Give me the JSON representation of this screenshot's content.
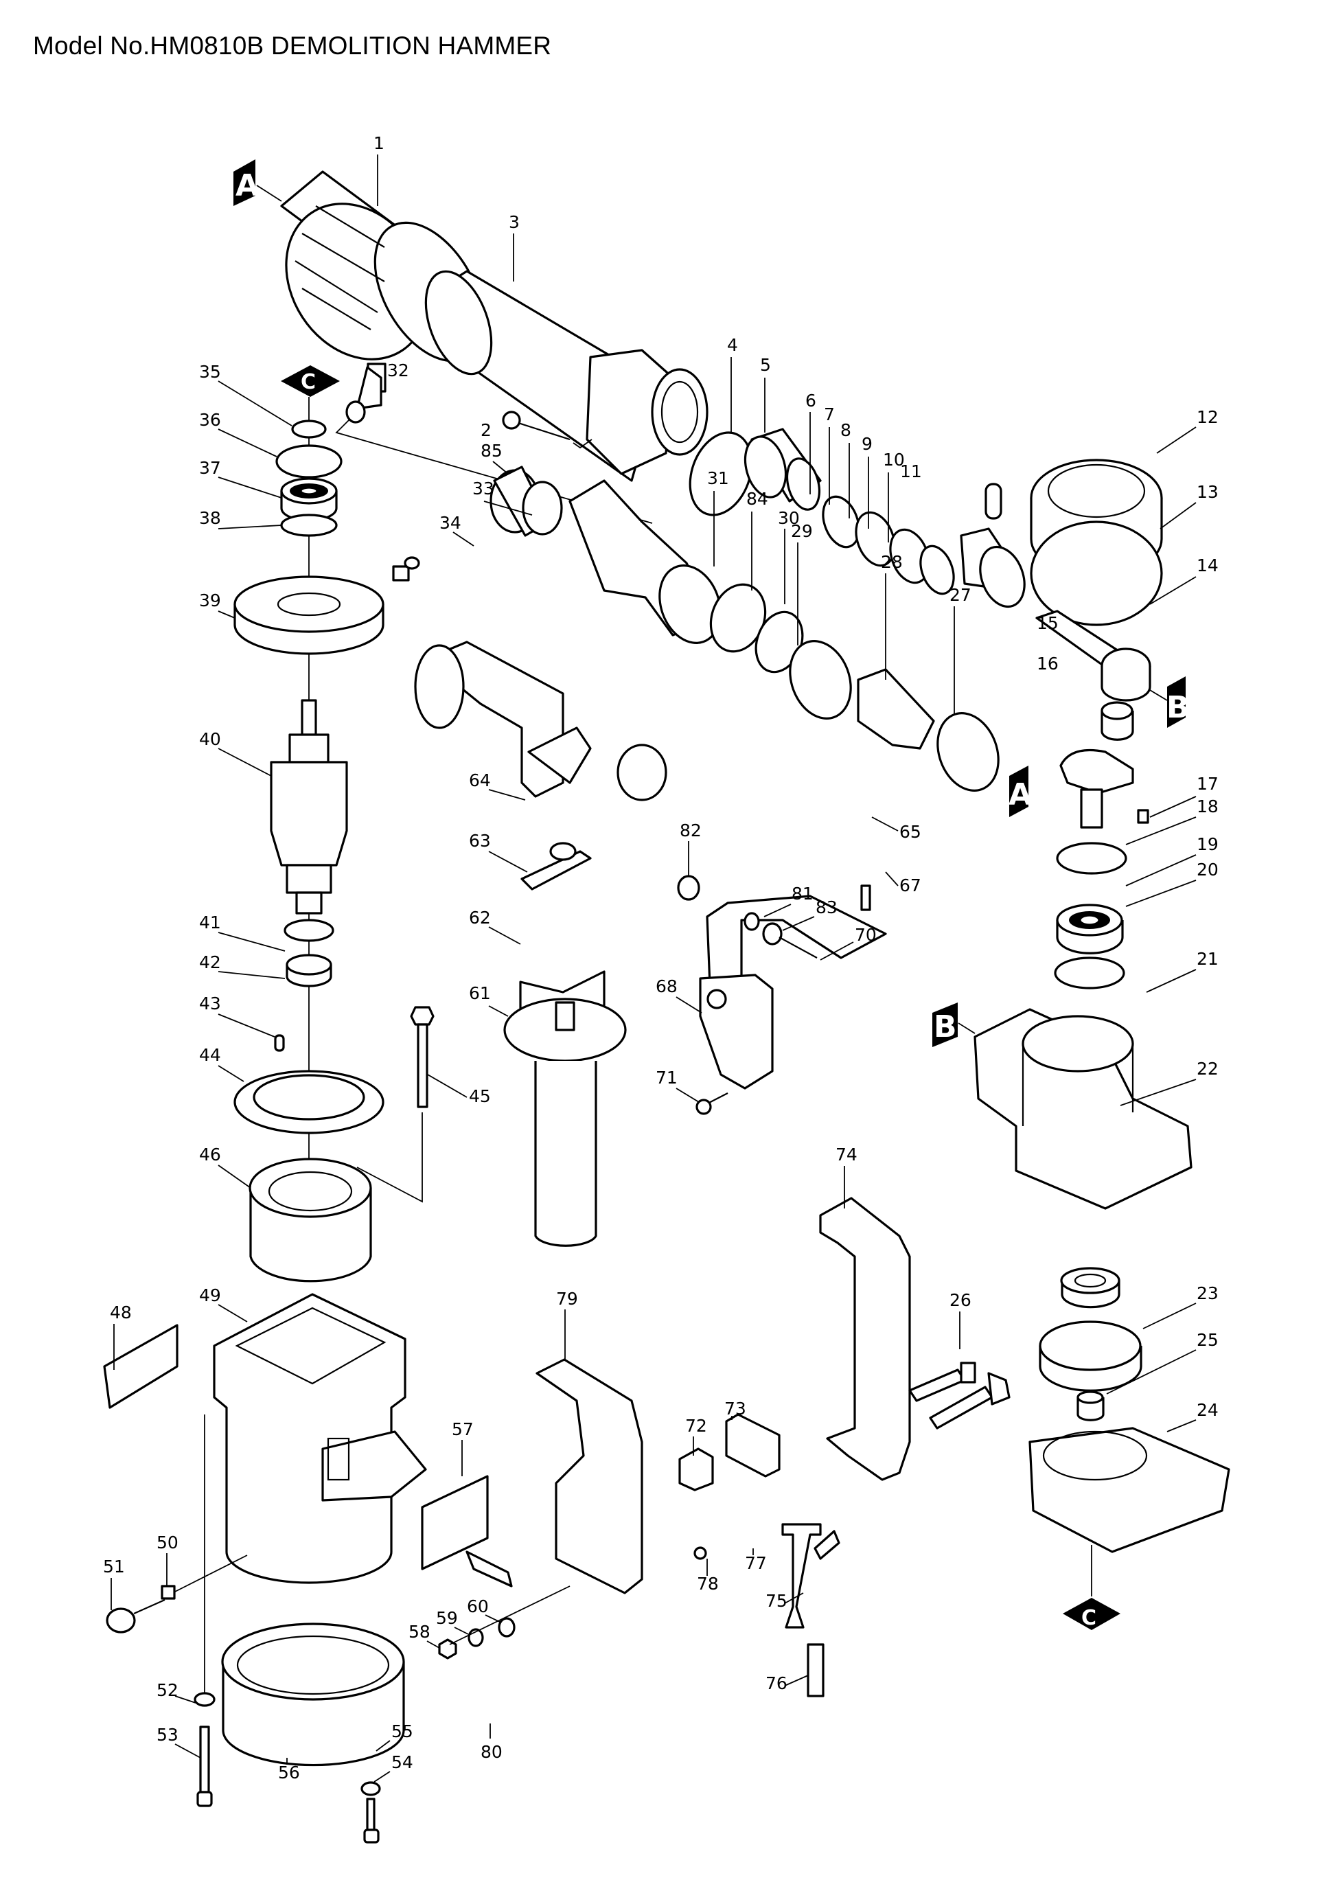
{
  "title": "Model No.HM0810B DEMOLITION HAMMER",
  "markers": {
    "A": "A",
    "B": "B",
    "C": "C"
  },
  "parts": {
    "p1": "1",
    "p2": "2",
    "p3": "3",
    "p4": "4",
    "p5": "5",
    "p6": "6",
    "p7": "7",
    "p8": "8",
    "p9": "9",
    "p10": "10",
    "p11": "11",
    "p12": "12",
    "p13": "13",
    "p14": "14",
    "p15": "15",
    "p16": "16",
    "p17": "17",
    "p18": "18",
    "p19": "19",
    "p20": "20",
    "p21": "21",
    "p22": "22",
    "p23": "23",
    "p24": "24",
    "p25": "25",
    "p26": "26",
    "p27": "27",
    "p28": "28",
    "p29": "29",
    "p30": "30",
    "p31": "31",
    "p32": "32",
    "p33": "33",
    "p34": "34",
    "p35": "35",
    "p36": "36",
    "p37": "37",
    "p38": "38",
    "p39": "39",
    "p40": "40",
    "p41": "41",
    "p42": "42",
    "p43": "43",
    "p44": "44",
    "p45": "45",
    "p46": "46",
    "p48": "48",
    "p49": "49",
    "p50": "50",
    "p51": "51",
    "p52": "52",
    "p53": "53",
    "p54": "54",
    "p55": "55",
    "p56": "56",
    "p57": "57",
    "p58": "58",
    "p59": "59",
    "p60": "60",
    "p61": "61",
    "p62": "62",
    "p63": "63",
    "p64": "64",
    "p65": "65",
    "p67": "67",
    "p68": "68",
    "p70": "70",
    "p71": "71",
    "p72": "72",
    "p73": "73",
    "p74": "74",
    "p75": "75",
    "p76": "76",
    "p77": "77",
    "p78": "78",
    "p79": "79",
    "p80": "80",
    "p81": "81",
    "p82": "82",
    "p83": "83",
    "p84": "84",
    "p85": "85"
  }
}
